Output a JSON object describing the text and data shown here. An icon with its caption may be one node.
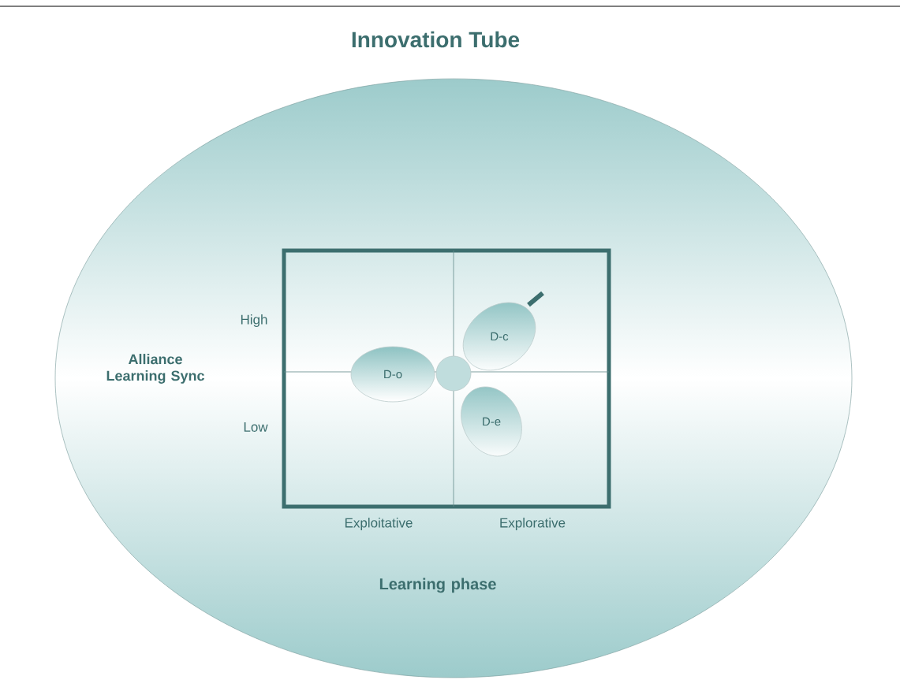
{
  "diagram": {
    "title": "Innovation Tube",
    "nodes": [
      {
        "text": [
          "Alliance Learning Sync",
          "Learning phase"
        ]
      },
      {
        "text": [],
        "shape": "box",
        "in": 0
      },
      {
        "text": [
          "D-o"
        ],
        "in": 1
      },
      {
        "text": [],
        "shape": "circle",
        "in": 1
      },
      {
        "text": [
          "D-c"
        ],
        "in": 1
      },
      {
        "text": [
          "D-e"
        ],
        "in": 1
      }
    ],
    "labels": [
      "High",
      "Low",
      "Exploitative",
      "Explorative"
    ]
  }
}
